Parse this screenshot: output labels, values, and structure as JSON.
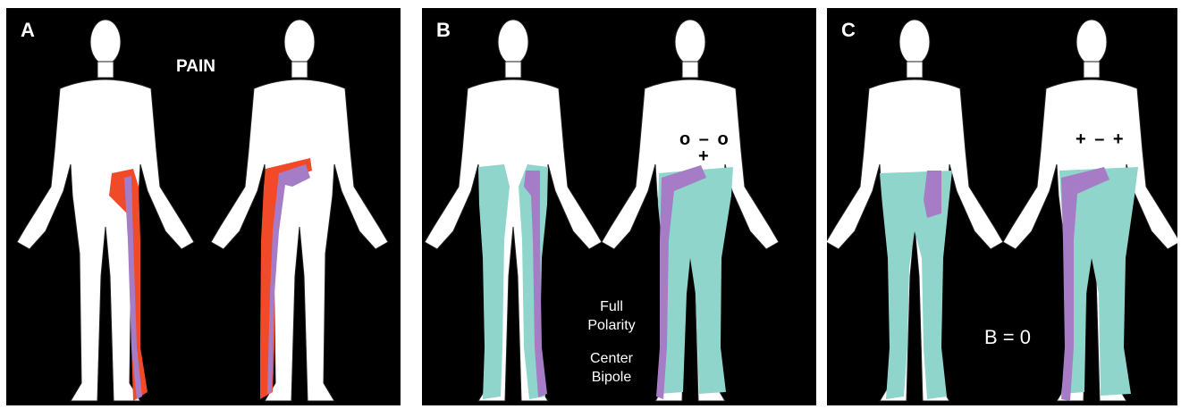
{
  "panels": [
    {
      "letter": "A",
      "label": "PAIN"
    },
    {
      "letter": "B",
      "electrode_top": "o – o",
      "electrode_bottom": "+",
      "caption_line1": "Full",
      "caption_line2": "Polarity",
      "caption_line3": "Center",
      "caption_line4": "Bipole"
    },
    {
      "letter": "C",
      "electrode_top": "+ – +",
      "caption": "B = 0"
    }
  ],
  "colors": {
    "background": "#000000",
    "body": "#ffffff",
    "pain": "#f04a28",
    "paresthesia": "#8fd5cc",
    "overlap": "#a77cc7"
  }
}
